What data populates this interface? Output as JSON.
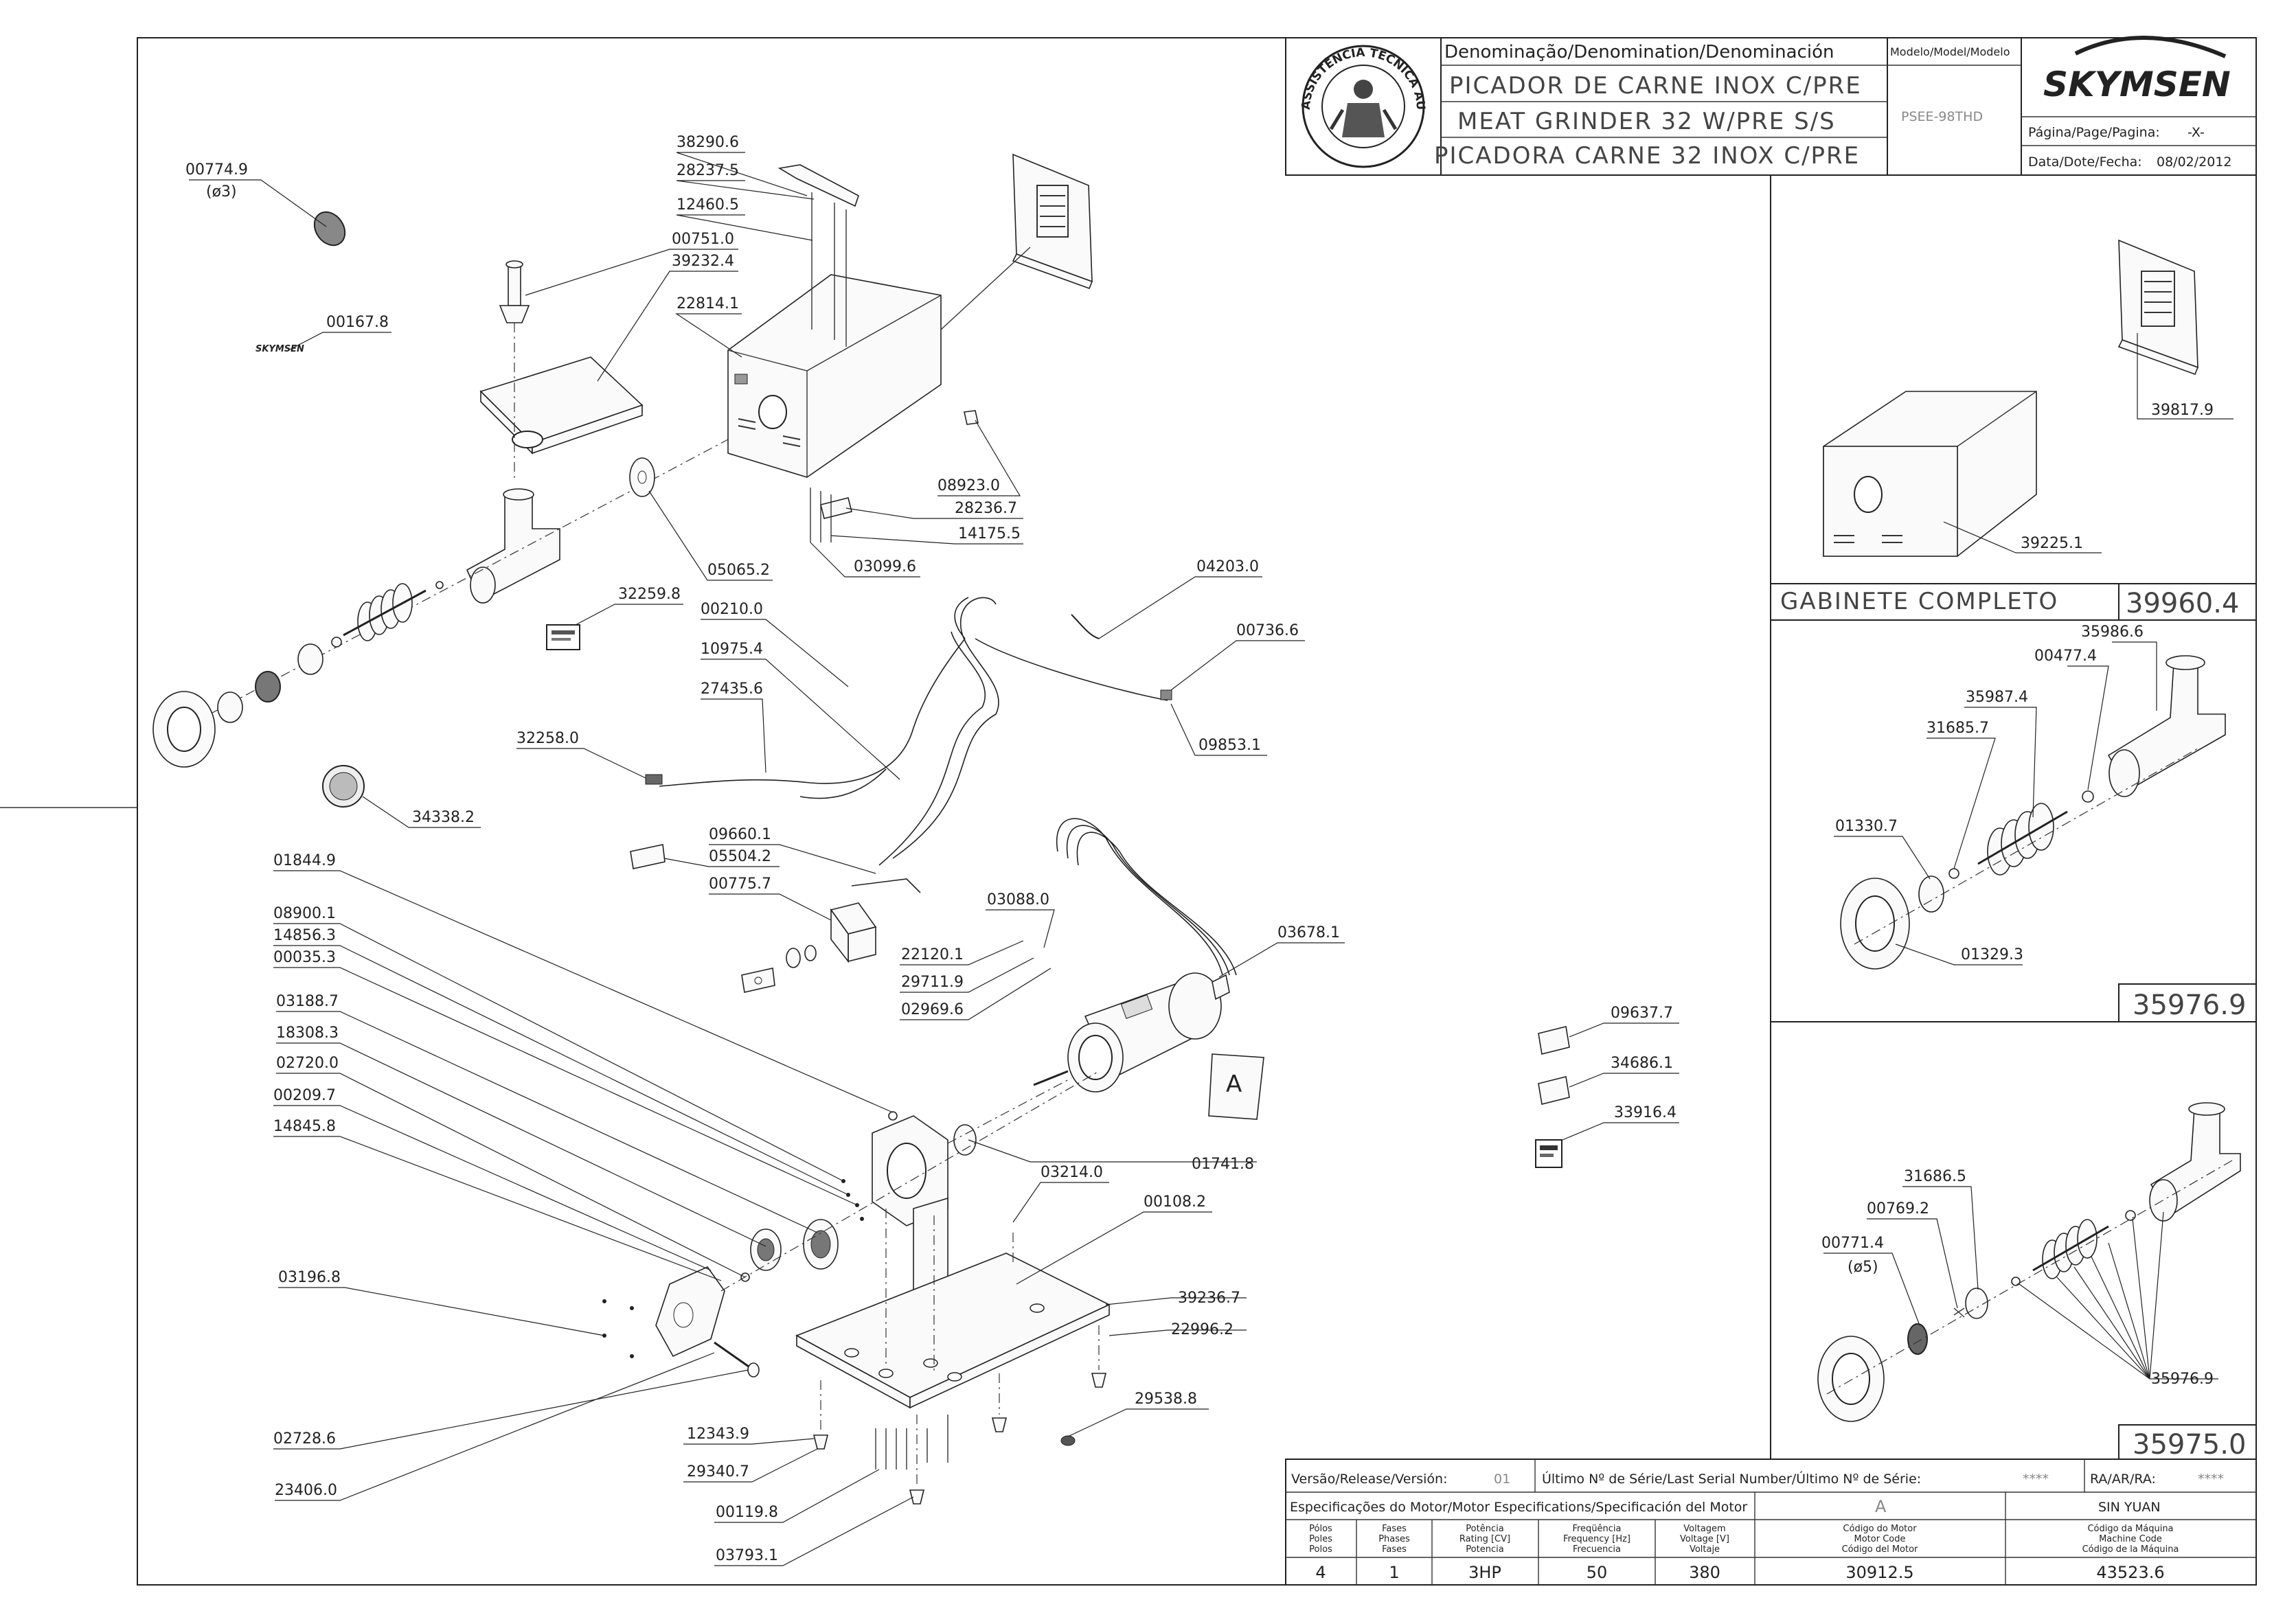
{
  "title_block": {
    "denomination_header": "Denominação/Denomination/Denominación",
    "model_header": "Modelo/Model/Modelo",
    "name_pt": "PICADOR DE CARNE INOX C/PRE",
    "name_en": "MEAT GRINDER 32 W/PRE S/S",
    "name_es": "PICADORA CARNE 32 INOX C/PRE",
    "model": "PSEE-98THD",
    "brand": "SKYMSEN",
    "page_label": "Página/Page/Pagina:",
    "page_value": "-X-",
    "date_label": "Data/Dote/Fecha:",
    "date_value": "08/02/2012",
    "seal_text": "ASSISTÊNCIA TÉCNICA AUTORIZADA"
  },
  "part_numbers": {
    "p00774_9": "00774.9",
    "p00774_9_sub": "(ø3)",
    "p00167_8": "00167.8",
    "p38290_6": "38290.6",
    "p28237_5": "28237.5",
    "p12460_5": "12460.5",
    "p00751_0": "00751.0",
    "p39232_4": "39232.4",
    "p22814_1": "22814.1",
    "p08923_0": "08923.0",
    "p28236_7": "28236.7",
    "p14175_5": "14175.5",
    "p03099_6": "03099.6",
    "p05065_2": "05065.2",
    "p32259_8": "32259.8",
    "p00210_0": "00210.0",
    "p10975_4": "10975.4",
    "p27435_6": "27435.6",
    "p32258_0": "32258.0",
    "p34338_2": "34338.2",
    "p04203_0": "04203.0",
    "p00736_6": "00736.6",
    "p09853_1": "09853.1",
    "p09660_1": "09660.1",
    "p05504_2": "05504.2",
    "p00775_7": "00775.7",
    "p03088_0": "03088.0",
    "p22120_1": "22120.1",
    "p29711_9": "29711.9",
    "p02969_6": "02969.6",
    "p03678_1": "03678.1",
    "p01844_9": "01844.9",
    "p08900_1": "08900.1",
    "p14856_3": "14856.3",
    "p00035_3": "00035.3",
    "p03188_7": "03188.7",
    "p18308_3": "18308.3",
    "p02720_0": "02720.0",
    "p00209_7": "00209.7",
    "p14845_8": "14845.8",
    "p01741_8": "01741.8",
    "p03214_0": "03214.0",
    "p00108_2": "00108.2",
    "p39236_7": "39236.7",
    "p22996_2": "22996.2",
    "p03196_8": "03196.8",
    "p29538_8": "29538.8",
    "p02728_6": "02728.6",
    "p12343_9": "12343.9",
    "p29340_7": "29340.7",
    "p23406_0": "23406.0",
    "p00119_8": "00119.8",
    "p03793_1": "03793.1",
    "p09637_7": "09637.7",
    "p34686_1": "34686.1",
    "p33916_4": "33916.4",
    "motor_ref": "A"
  },
  "panels": {
    "cabinet": {
      "lid": "39817.9",
      "body": "39225.1",
      "title": "GABINETE COMPLETO",
      "code": "39960.4"
    },
    "kit_a": {
      "p35986_6": "35986.6",
      "p00477_4": "00477.4",
      "p35987_4": "35987.4",
      "p31685_7": "31685.7",
      "p01330_7": "01330.7",
      "p01329_3": "01329.3",
      "code": "35976.9"
    },
    "kit_b": {
      "p31686_5": "31686.5",
      "p00769_2": "00769.2",
      "p00771_4": "00771.4",
      "p00771_4_sub": "(ø5)",
      "p35976_9": "35976.9",
      "code": "35975.0"
    }
  },
  "bottom_table": {
    "version_label": "Versão/Release/Versión:",
    "version_value": "01",
    "serial_label": "Último Nº de Série/Last Serial Number/Último Nº de Série:",
    "serial_value": "****",
    "ra_label": "RA/AR/RA:",
    "ra_value": "****",
    "motor_spec_label": "Especificações do Motor/Motor Especifications/Specificación del Motor",
    "motor_letter": "A",
    "maker": "SIN YUAN",
    "col_poles": [
      "Pólos",
      "Poles",
      "Polos"
    ],
    "col_phases": [
      "Fases",
      "Phases",
      "Fases"
    ],
    "col_power": [
      "Potência",
      "Rating [CV]",
      "Potencia"
    ],
    "col_freq": [
      "Freqüência",
      "Frequency [Hz]",
      "Frecuencia"
    ],
    "col_volt": [
      "Voltagem",
      "Voltage [V]",
      "Voltaje"
    ],
    "col_motor_code": [
      "Código do Motor",
      "Motor Code",
      "Código del Motor"
    ],
    "col_machine_code": [
      "Código da Máquina",
      "Machine Code",
      "Código de la Máquina"
    ],
    "poles": "4",
    "phases": "1",
    "power": "3HP",
    "freq": "50",
    "volt": "380",
    "motor_code": "30912.5",
    "machine_code": "43523.6"
  }
}
